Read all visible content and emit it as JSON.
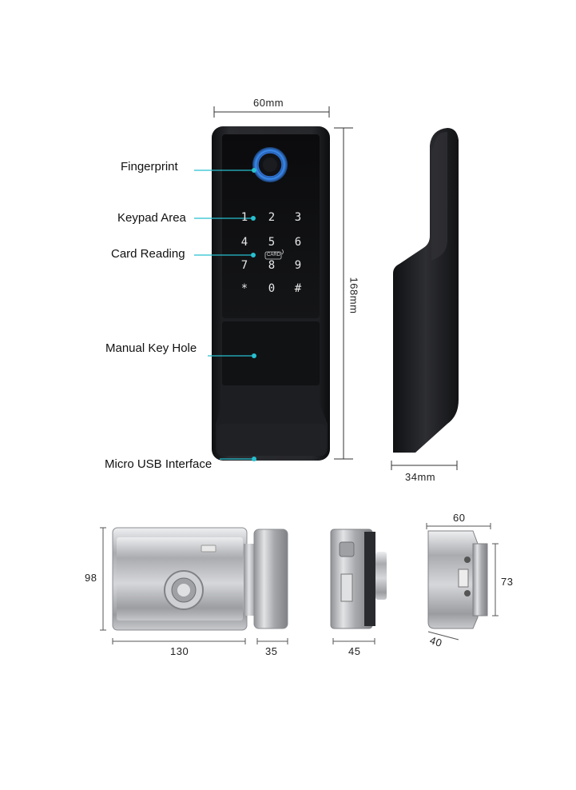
{
  "dimensions": {
    "top_width": "60mm",
    "top_height": "168mm",
    "side_depth": "34mm",
    "body_height": "98",
    "body_width": "130",
    "knob_width": "35",
    "side_width": "45",
    "bracket_width": "60",
    "bracket_height": "73",
    "bracket_depth": "40"
  },
  "callouts": {
    "fingerprint": "Fingerprint",
    "keypad": "Keypad Area",
    "card": "Card Reading",
    "keyhole": "Manual Key Hole",
    "usb": "Micro USB Interface"
  },
  "keypad": {
    "keys": [
      "1",
      "2",
      "3",
      "4",
      "5",
      "6",
      "7",
      "8",
      "9",
      "*",
      "0",
      "#"
    ],
    "card_badge": "CARD"
  },
  "colors": {
    "callout_line": "#26c0cf",
    "fingerprint_ring": "#2f7de0",
    "body": "#1b1c1f",
    "metal": "#b7b9bd"
  }
}
